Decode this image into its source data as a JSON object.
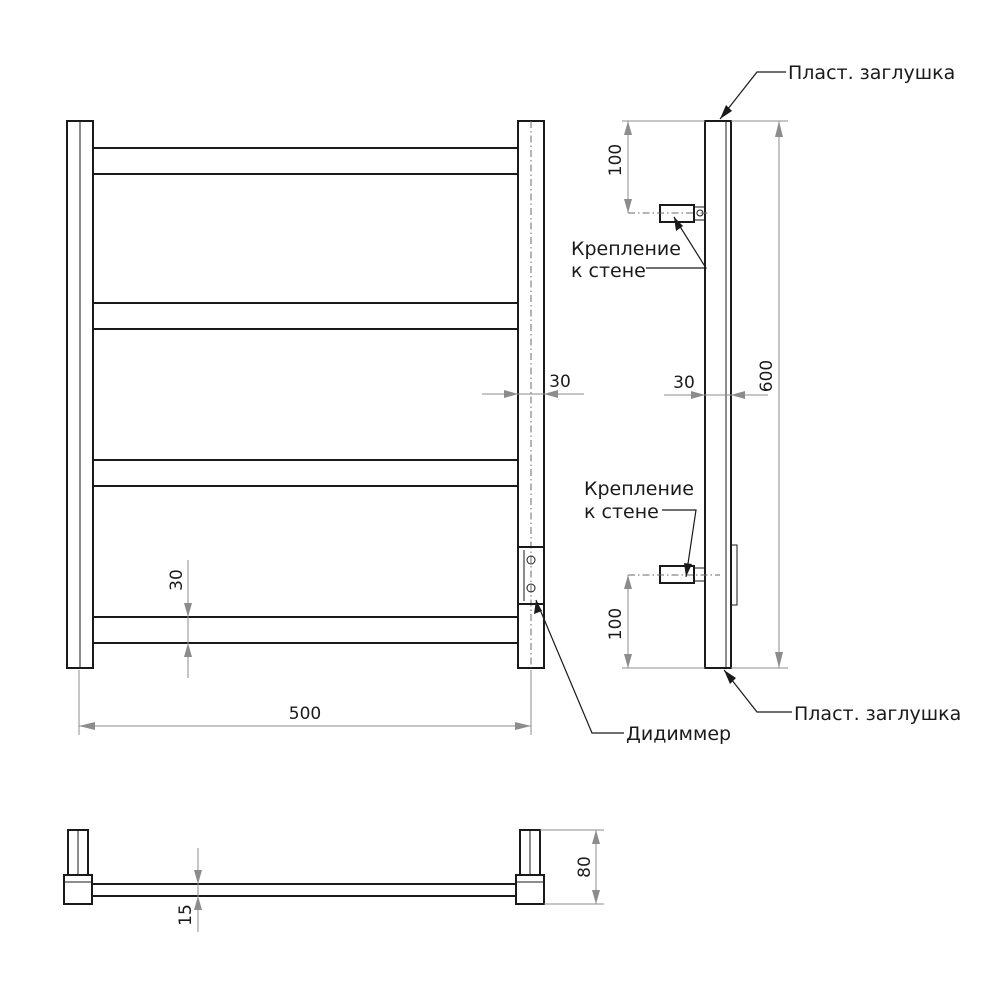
{
  "labels": {
    "plug_top": "Пласт. заглушка",
    "plug_bottom": "Пласт. заглушка",
    "mount_top_line1": "Крепление",
    "mount_top_line2": "к стене",
    "mount_bottom_line1": "Крепление",
    "mount_bottom_line2": "к стене",
    "dimmer": "Дидиммер"
  },
  "dimensions": {
    "overall_width": "500",
    "bar_height": "30",
    "side_tube_width_front": "30",
    "side_tube_width_side": "30",
    "overall_height": "600",
    "top_mount_offset": "100",
    "bottom_mount_offset": "100",
    "depth": "80",
    "bar_thickness_top_view": "15"
  },
  "colors": {
    "line": "#1a1a1a",
    "dimension_line": "#8c8c8c",
    "background": "#ffffff"
  }
}
